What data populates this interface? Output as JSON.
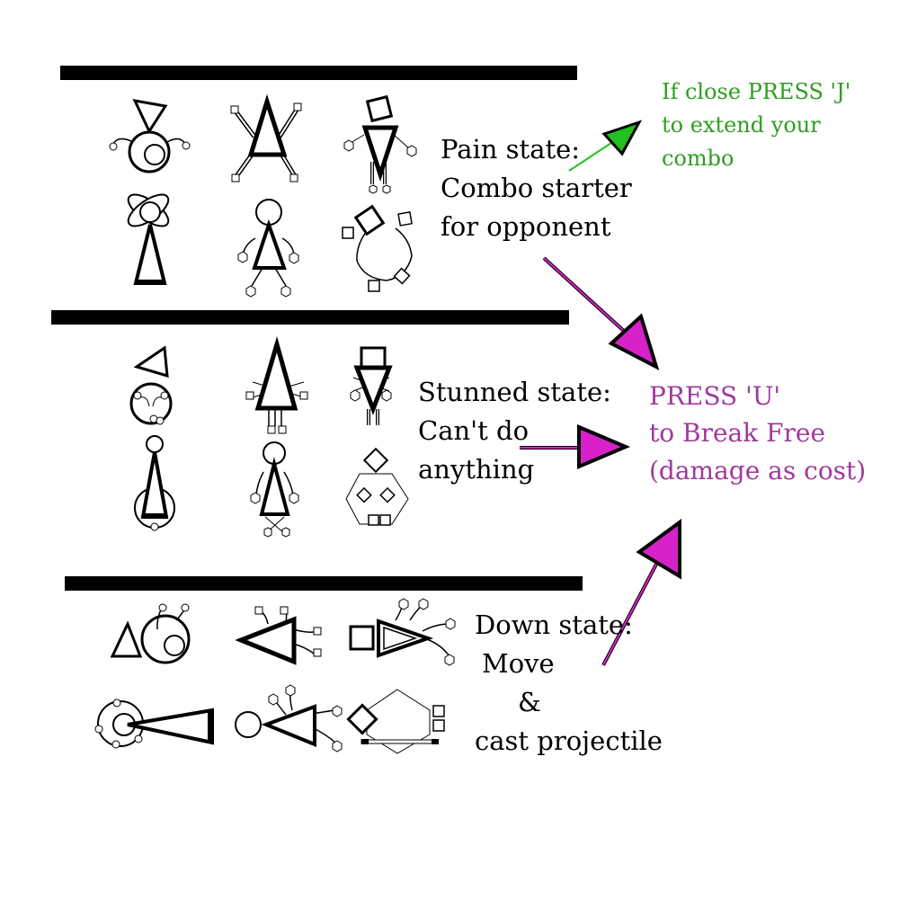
{
  "colors": {
    "ink": "#000000",
    "hint_green": "#2e9e1f",
    "arrow_green": "#22c022",
    "hint_magenta": "#a2389e",
    "arrow_magenta": "#d622c8"
  },
  "states": [
    {
      "key": "pain",
      "lines": [
        "Pain state:",
        "Combo starter",
        "for opponent"
      ]
    },
    {
      "key": "stunned",
      "lines": [
        "Stunned state:",
        "Can't do",
        "anything"
      ]
    },
    {
      "key": "down",
      "lines": [
        "Down state:",
        "Move",
        "&",
        "cast projectile"
      ]
    }
  ],
  "hints": {
    "extend_combo": {
      "lines": [
        "If close PRESS 'J'",
        "to extend your",
        "combo"
      ]
    },
    "break_free": {
      "lines": [
        "PRESS 'U'",
        "to Break Free",
        "(damage as cost)"
      ]
    }
  }
}
